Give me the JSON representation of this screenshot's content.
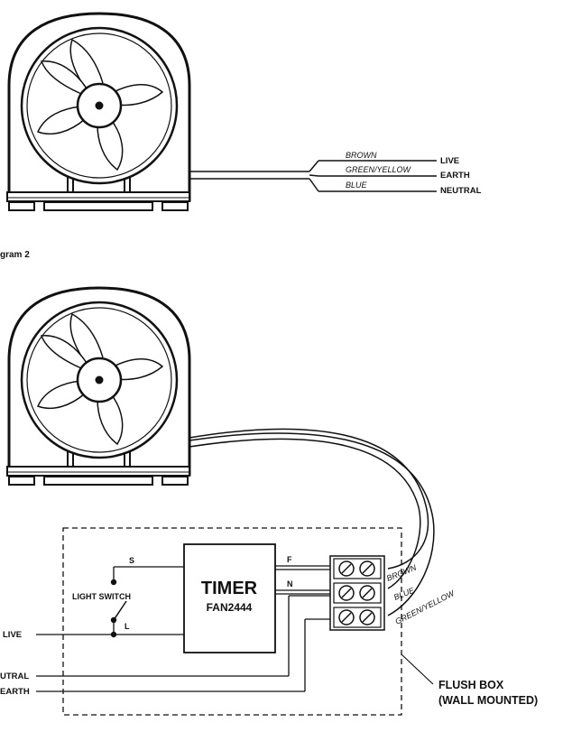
{
  "diagram1": {
    "wires": {
      "brown": "BROWN",
      "green_yellow": "GREEN/YELLOW",
      "blue": "BLUE"
    },
    "terminals": {
      "live": "LIVE",
      "earth": "EARTH",
      "neutral": "NEUTRAL"
    }
  },
  "diagram2": {
    "caption": "gram 2",
    "timer": {
      "title": "TIMER",
      "model": "FAN2444"
    },
    "timer_pins": {
      "f": "F",
      "n": "N"
    },
    "switch": {
      "label": "LIGHT SWITCH",
      "s": "S",
      "l": "L"
    },
    "supply": {
      "live": "LIVE",
      "neutral": "UTRAL",
      "earth": "EARTH"
    },
    "wires": {
      "brown": "BROWN",
      "blue": "BLUE",
      "green_yellow": "GREEN/YELLOW"
    },
    "flush_box": {
      "line1": "FLUSH BOX",
      "line2": "(WALL MOUNTED)"
    }
  }
}
